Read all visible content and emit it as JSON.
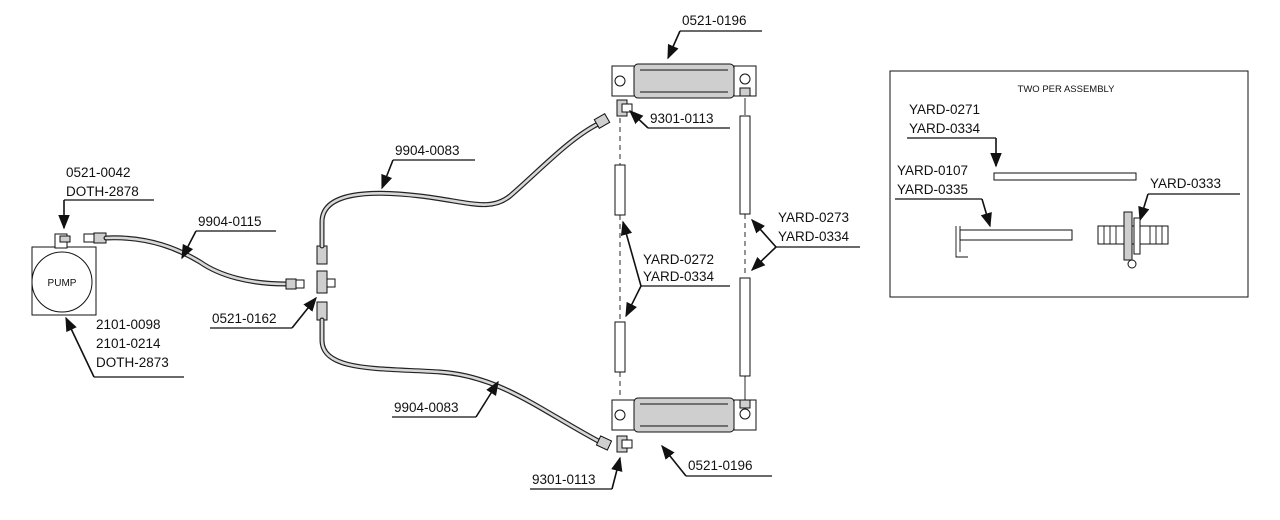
{
  "pump": {
    "label": "PUMP"
  },
  "labels": {
    "pump_fitting": [
      "0521-0042",
      "DOTH-2878"
    ],
    "hose_small": "9904-0115",
    "pump_parts": [
      "2101-0098",
      "2101-0214",
      "DOTH-2873"
    ],
    "tee": "0521-0162",
    "hose_upper": "9904-0083",
    "hose_lower": "9904-0083",
    "cyl_top": "0521-0196",
    "cyl_bottom": "0521-0196",
    "elbow_top": "9301-0113",
    "elbow_bottom": "9301-0113",
    "rod_left": [
      "YARD-0272",
      "YARD-0334"
    ],
    "rod_right": [
      "YARD-0273",
      "YARD-0334"
    ]
  },
  "inset": {
    "title": "TWO PER ASSEMBLY",
    "part_a": [
      "YARD-0271",
      "YARD-0334"
    ],
    "part_b": [
      "YARD-0107",
      "YARD-0335"
    ],
    "part_c": "YARD-0333"
  }
}
